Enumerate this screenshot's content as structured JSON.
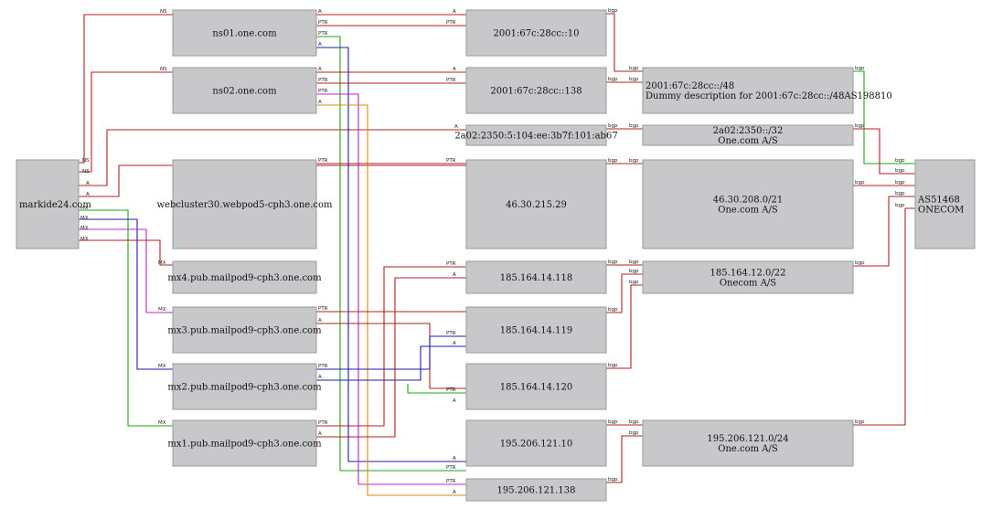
{
  "colors": {
    "red": "#b02020",
    "green": "#18a818",
    "blue": "#1c1cb0",
    "magenta": "#c020c0",
    "orange": "#e08a10",
    "node_fill": "#c8c7c9",
    "node_border": "#9a9a9a"
  },
  "nodes": {
    "domain": {
      "lines": [
        "markide24.com"
      ]
    },
    "ns01": {
      "lines": [
        "ns01.one.com"
      ]
    },
    "ns02": {
      "lines": [
        "ns02.one.com"
      ]
    },
    "webcluster": {
      "lines": [
        "webcluster30.webpod5-cph3.one.com"
      ]
    },
    "mx4": {
      "lines": [
        "mx4.pub.mailpod9-cph3.one.com"
      ]
    },
    "mx3": {
      "lines": [
        "mx3.pub.mailpod9-cph3.one.com"
      ]
    },
    "mx2": {
      "lines": [
        "mx2.pub.mailpod9-cph3.one.com"
      ]
    },
    "mx1": {
      "lines": [
        "mx1.pub.mailpod9-cph3.one.com"
      ]
    },
    "ip6_10": {
      "lines": [
        "2001:67c:28cc::10"
      ]
    },
    "ip6_138": {
      "lines": [
        "2001:67c:28cc::138"
      ]
    },
    "ip6_ab67": {
      "lines": [
        "2a02:2350:5:104:ee:3b7f:101:ab67"
      ]
    },
    "ip_46": {
      "lines": [
        "46.30.215.29"
      ]
    },
    "ip_118": {
      "lines": [
        "185.164.14.118"
      ]
    },
    "ip_119": {
      "lines": [
        "185.164.14.119"
      ]
    },
    "ip_120": {
      "lines": [
        "185.164.14.120"
      ]
    },
    "ip_10": {
      "lines": [
        "195.206.121.10"
      ]
    },
    "ip_138": {
      "lines": [
        "195.206.121.138"
      ]
    },
    "pfx_48": {
      "lines": [
        "2001:67c:28cc::/48",
        "Dummy description for 2001:67c:28cc::/48AS198810"
      ]
    },
    "pfx_32": {
      "lines": [
        "2a02:2350::/32",
        "One.com A/S"
      ]
    },
    "pfx_46": {
      "lines": [
        "46.30.208.0/21",
        "One.com A/S"
      ]
    },
    "pfx_185": {
      "lines": [
        "185.164.12.0/22",
        "Onecom A/S"
      ]
    },
    "pfx_195": {
      "lines": [
        "195.206.121.0/24",
        "One.com A/S"
      ]
    },
    "asn": {
      "lines": [
        "AS51468",
        "ONECOM"
      ]
    }
  },
  "edge_labels": {
    "ns": "NS",
    "a": "A",
    "ptr": "PTR",
    "mx": "MX",
    "bgp": "bgp"
  }
}
